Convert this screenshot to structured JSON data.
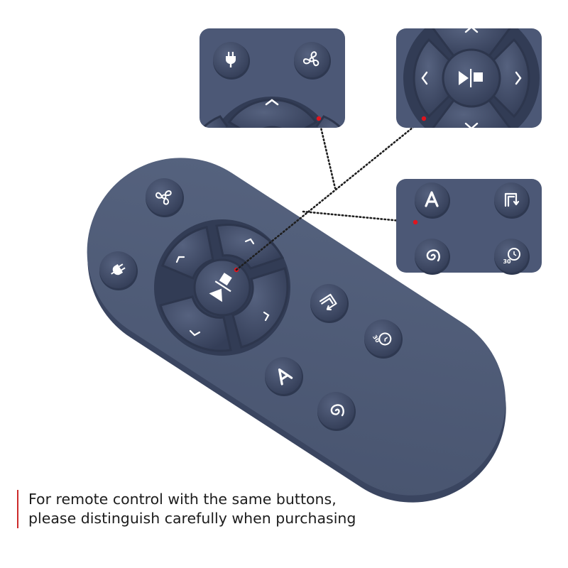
{
  "colors": {
    "body": "#4d5a78",
    "body_edge": "#3a4560",
    "button": "#3b4662",
    "button_top": "#55627f",
    "icon": "#ffffff",
    "marker": "#e0141e",
    "leader": "#1e1e1e",
    "notice_bar": "#cc2a2a",
    "text": "#1c1c1c"
  },
  "icons": {
    "power": "power-plug-icon",
    "fan": "fan-icon",
    "play_stop": "play-stop-icon",
    "up": "chevron-up-icon",
    "down": "chevron-down-icon",
    "left": "chevron-left-icon",
    "right": "chevron-right-icon",
    "auto": "letter-a-icon",
    "edge": "edge-clean-icon",
    "spiral": "spiral-icon",
    "timer": "timer-30-icon"
  },
  "labels": {
    "timer_30": "30"
  },
  "notice": {
    "line1": "For remote control with the same buttons,",
    "line2": "please distinguish carefully when purchasing"
  }
}
